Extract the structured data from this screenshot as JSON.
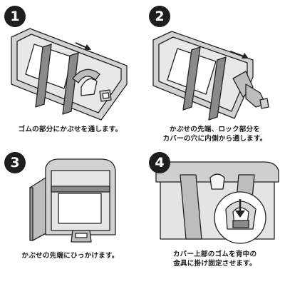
{
  "steps": [
    {
      "number": "1",
      "line1": "ゴムの部分にかぶせを通します。",
      "line2": ""
    },
    {
      "number": "2",
      "line1": "かぶせの先端、ロック部分を",
      "line2": "カバーの穴に内側から通します。"
    },
    {
      "number": "3",
      "line1": "かぶせの先端にひっかけます。",
      "line2": ""
    },
    {
      "number": "4",
      "line1": "カバー上部のゴムを背中の",
      "line2": "金具に掛け固定させます。"
    }
  ],
  "colors": {
    "cover_gray": "#cfcfcf",
    "strap_gray": "#8a8a8a",
    "outline": "#222222",
    "badge": "#1e1e1e"
  }
}
